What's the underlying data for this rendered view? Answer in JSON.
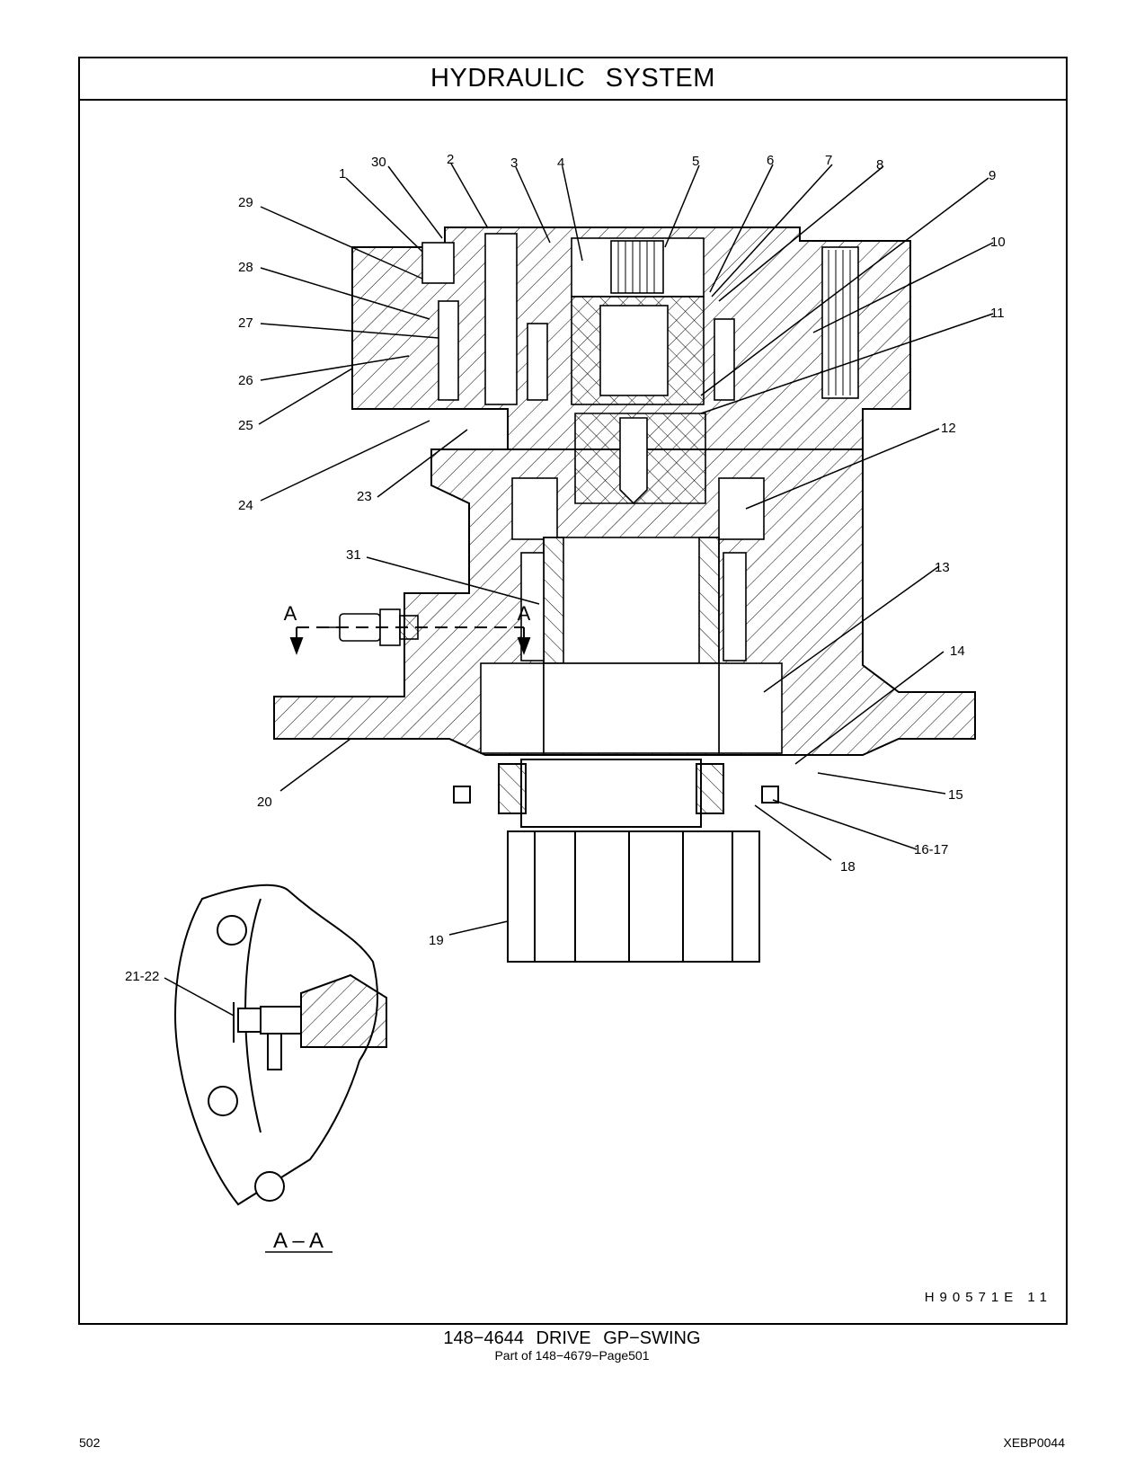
{
  "header": {
    "title": "HYDRAULIC   SYSTEM"
  },
  "diagram": {
    "callouts": [
      "1",
      "2",
      "3",
      "4",
      "5",
      "6",
      "7",
      "8",
      "9",
      "10",
      "11",
      "12",
      "13",
      "14",
      "15",
      "16-17",
      "18",
      "19",
      "20",
      "21-22",
      "23",
      "24",
      "25",
      "26",
      "27",
      "28",
      "29",
      "30",
      "31"
    ],
    "section_marks": {
      "left": "A",
      "right": "A"
    },
    "detail_label": "A – A",
    "figure_id": "H90571E   11"
  },
  "caption": {
    "main": "148−4644   DRIVE  GP−SWING",
    "sub": "Part of 148−4679−Page501"
  },
  "footer": {
    "page_number": "502",
    "doc_code": "XEBP0044"
  }
}
